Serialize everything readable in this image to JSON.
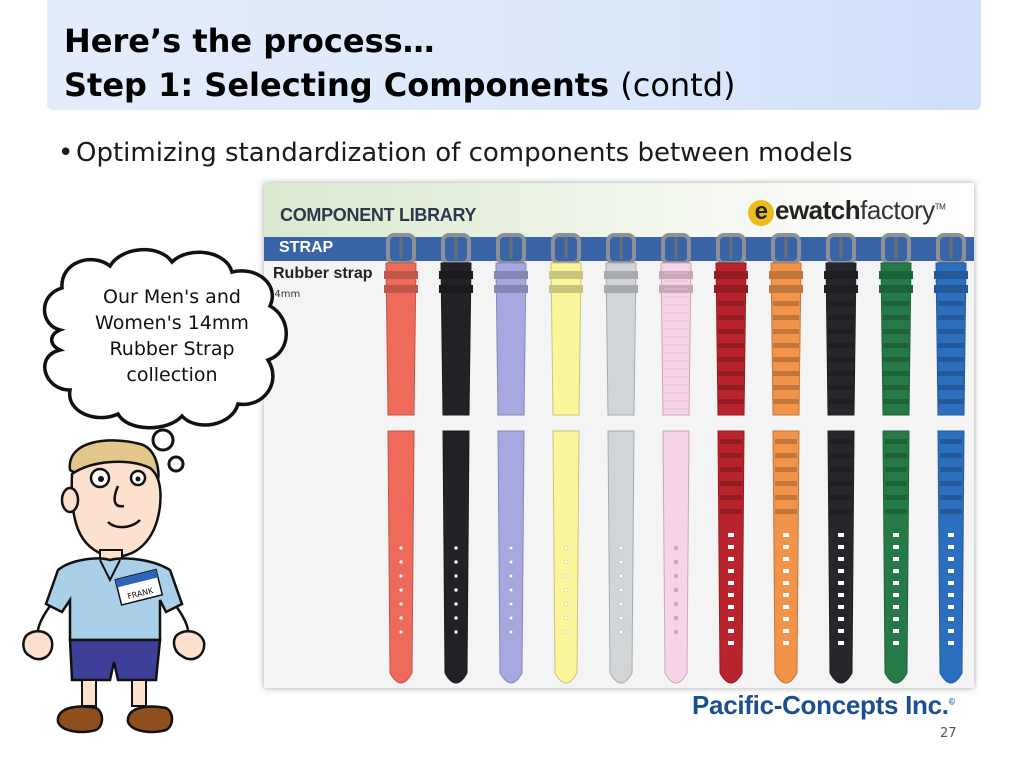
{
  "slide": {
    "title_line1": "Here’s the process…",
    "title_line2_bold": "Step 1: Selecting Components",
    "title_line2_light": "(contd)",
    "bullet": "Optimizing standardization of components between models",
    "page_number": "27"
  },
  "library": {
    "title": "COMPONENT LIBRARY",
    "brand_bold": "ewatch",
    "brand_rest": "factory",
    "brand_tm": "TM",
    "section": "STRAP",
    "subsection": "Rubber strap",
    "size": "24mm",
    "straps": [
      {
        "color": "#ee6b5c",
        "style": "smooth"
      },
      {
        "color": "#222226",
        "style": "smooth"
      },
      {
        "color": "#a8a8e0",
        "style": "smooth"
      },
      {
        "color": "#fbf59b",
        "style": "smooth"
      },
      {
        "color": "#d2d5d8",
        "style": "smooth"
      },
      {
        "color": "#f6d3e6",
        "style": "textured"
      },
      {
        "color": "#b8232c",
        "style": "link"
      },
      {
        "color": "#f2934a",
        "style": "link"
      },
      {
        "color": "#25272a",
        "style": "link"
      },
      {
        "color": "#267a48",
        "style": "link"
      },
      {
        "color": "#2d6fbf",
        "style": "link"
      }
    ]
  },
  "cloud": {
    "lines": [
      "Our Men's and",
      "Women's 14mm",
      "Rubber Strap",
      "collection"
    ]
  },
  "character": {
    "badge": "FRANK"
  },
  "footer": {
    "company": "Pacific-Concepts Inc.",
    "mark": "©"
  }
}
